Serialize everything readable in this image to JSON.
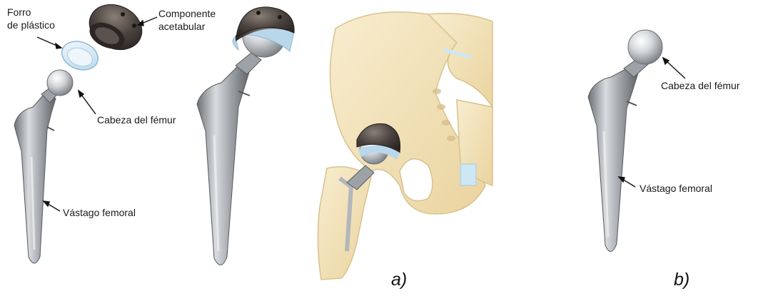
{
  "labels": {
    "plastic_liner": "Forro\nde plástico",
    "acetabular": "Componente\nacetabular",
    "femoral_head_a": "Cabeza del fémur",
    "femoral_stem_a": "Vástago femoral",
    "femoral_head_b": "Cabeza del fémur",
    "femoral_stem_b": "Vástago femoral"
  },
  "panels": {
    "a": "a)",
    "b": "b)"
  },
  "colors": {
    "metal_light": "#e9ebec",
    "metal_mid": "#a9adb1",
    "metal_dark": "#5f6469",
    "cup_dark": "#3d3634",
    "liner": "#d6e9f5",
    "bone": "#f3e4bd",
    "bone_edge": "#d8c18d",
    "cartilage": "#cde7f3"
  }
}
